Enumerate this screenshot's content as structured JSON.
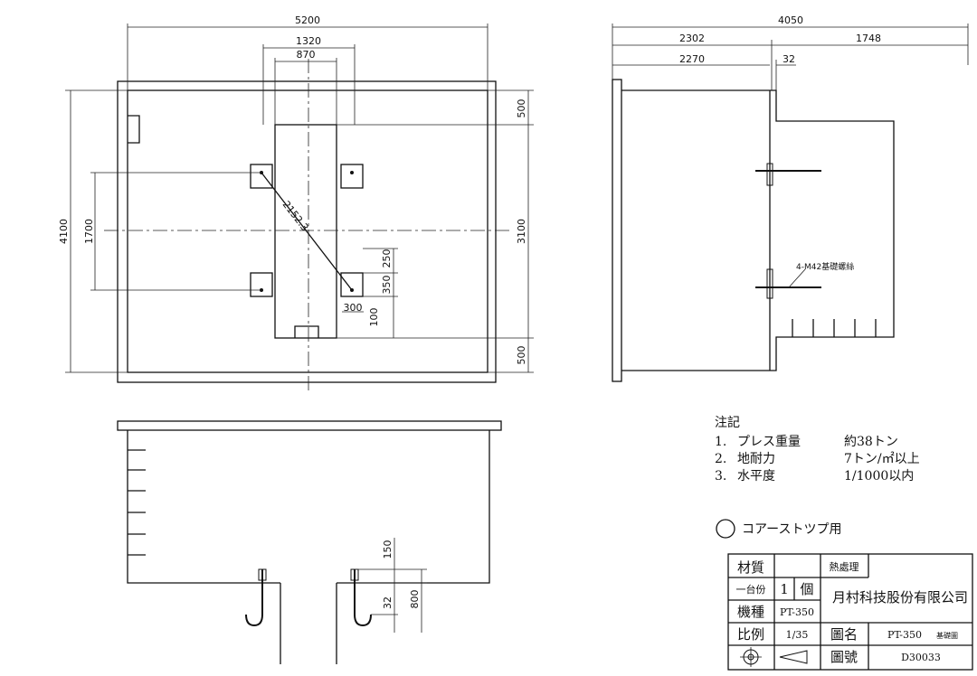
{
  "plan_view": {
    "dims": {
      "overall_width": "5200",
      "pit_width": "1320",
      "inner_width": "870",
      "overall_depth": "4100",
      "bolt_spacing": "1700",
      "inner_depth": "3100",
      "top_margin": "500",
      "bottom_margin": "500",
      "diagonal": "2152.3",
      "d250": "250",
      "d350": "350",
      "d300": "300",
      "d100": "100"
    }
  },
  "side_view": {
    "dims": {
      "overall": "4050",
      "left_part": "2302",
      "right_part": "1748",
      "inner_left": "2270",
      "offset": "32"
    },
    "bolt_label": "4-M42基礎螺絲"
  },
  "front_view": {
    "dims": {
      "d150": "150",
      "d32": "32",
      "d800": "800"
    }
  },
  "notes": {
    "header": "注記",
    "items": [
      {
        "num": "1.",
        "label": "プレス重量",
        "value": "約38トン"
      },
      {
        "num": "2.",
        "label": "地耐力",
        "value": "7トン/㎡以上"
      },
      {
        "num": "3.",
        "label": "水平度",
        "value": "1/1000以内"
      }
    ]
  },
  "legend": {
    "text": "コアーストツプ用"
  },
  "title_block": {
    "material_label": "材質",
    "heat_label": "熱處理",
    "qty_label": "一台份",
    "qty_value": "1",
    "qty_unit": "個",
    "model_label": "機種",
    "model_value": "PT-350",
    "company": "月村科技股份有限公司",
    "scale_label": "比例",
    "scale_value": "1/35",
    "drawing_name_label": "圖名",
    "drawing_name_value": "PT-350",
    "drawing_name_suffix": "基礎圖",
    "drawing_no_label": "圖號",
    "drawing_no_value": "D30033"
  }
}
